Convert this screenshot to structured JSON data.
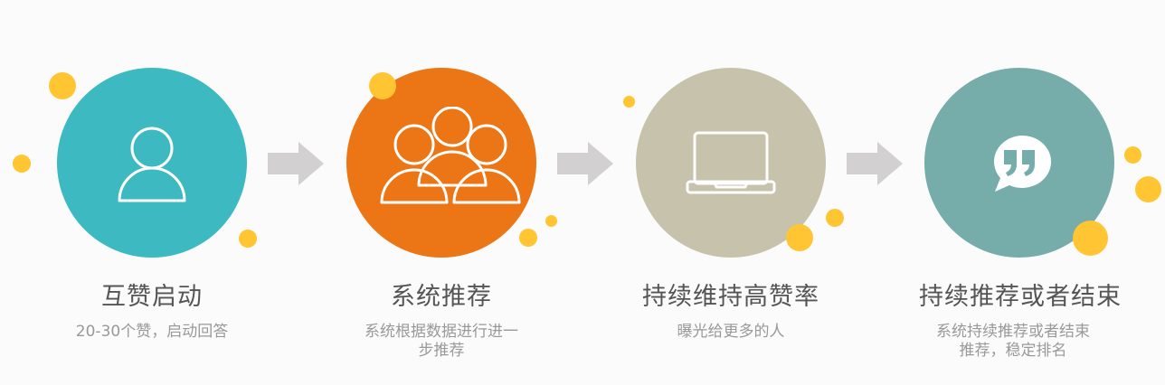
{
  "colors": {
    "step1": "#3dbac1",
    "step2": "#ec7616",
    "step3": "#c6c2ab",
    "step4": "#76adab",
    "dot": "#ffc533",
    "arrow": "#d2d0d0",
    "background": "#fbfbfb"
  },
  "steps": [
    {
      "icon": "person-icon",
      "title": "互赞启动",
      "desc_line1": "20-30个赞，启动回答",
      "desc_line2": ""
    },
    {
      "icon": "group-icon",
      "title": "系统推荐",
      "desc_line1": "系统根据数据进行进一",
      "desc_line2": "步推荐"
    },
    {
      "icon": "laptop-icon",
      "title": "持续维持高赞率",
      "desc_line1": "曝光给更多的人",
      "desc_line2": ""
    },
    {
      "icon": "quote-bubble-icon",
      "title": "持续推荐或者结束",
      "desc_line1": "系统持续推荐或者结束",
      "desc_line2": "推荐，稳定排名"
    }
  ]
}
